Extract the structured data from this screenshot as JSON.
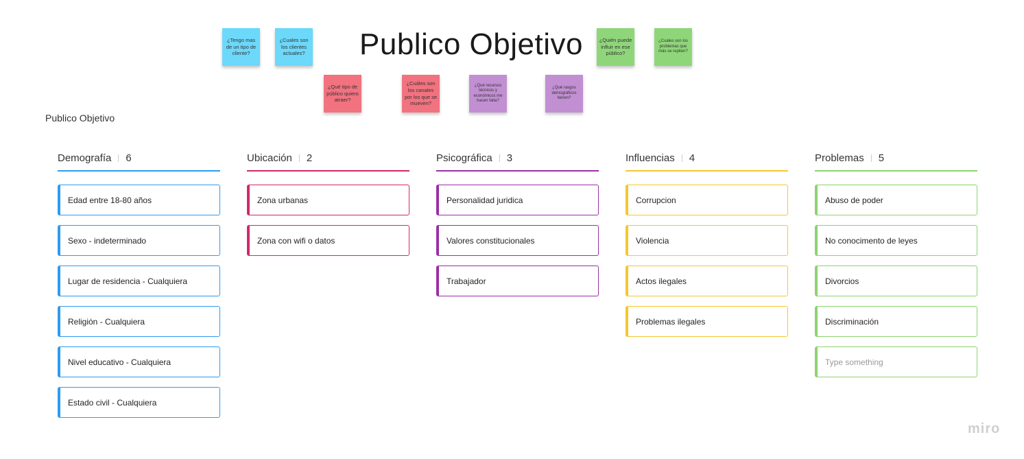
{
  "board": {
    "title": "Publico Objetivo",
    "frame_label": "Publico Objetivo",
    "watermark": "miro"
  },
  "stickies": [
    {
      "text": "¿Tengo mas de un tipo de cliente?",
      "color": "#6cd8fa"
    },
    {
      "text": "¿Cuales son los clientes actuales?",
      "color": "#6cd8fa"
    },
    {
      "text": "¿Qué tipo de público quiero atraer?",
      "color": "#f2727f"
    },
    {
      "text": "¿Cuáles son los canales por los que se mueven?",
      "color": "#f2727f"
    },
    {
      "text": "¿Qué recursos técnicos y económicos me hacen falta?",
      "color": "#c28fd3"
    },
    {
      "text": "¿Qué rasgos demográficos tienen?",
      "color": "#c28fd3"
    },
    {
      "text": "¿Quién puede influir en ese público?",
      "color": "#8fd67a"
    },
    {
      "text": "¿Cuáles son los problemas que más se repiten?",
      "color": "#8fd67a"
    }
  ],
  "columns": [
    {
      "title": "Demografía",
      "count": "6",
      "color": "#2d9bf0",
      "cards": [
        "Edad entre 18-80 años",
        "Sexo - indeterminado",
        "Lugar de residencia - Cualquiera",
        "Religión - Cualquiera",
        "Nivel educativo - Cualquiera",
        "Estado civil - Cualquiera"
      ]
    },
    {
      "title": "Ubicación",
      "count": "2",
      "color": "#d1286a",
      "cards": [
        "Zona urbanas",
        "Zona con wifi o datos"
      ]
    },
    {
      "title": "Psicográfica",
      "count": "3",
      "color": "#9a2fa6",
      "cards": [
        "Personalidad juridica",
        "Valores constitucionales",
        "Trabajador"
      ]
    },
    {
      "title": "Influencias",
      "count": "4",
      "color": "#f5c72e",
      "cards": [
        "Corrupcion",
        "Violencia",
        "Actos ilegales",
        "Problemas ilegales"
      ]
    },
    {
      "title": "Problemas",
      "count": "5",
      "color": "#8cd36f",
      "cards": [
        "Abuso de poder",
        "No conocimento de leyes",
        "Divorcios",
        "Discriminación"
      ],
      "placeholder": "Type something"
    }
  ]
}
